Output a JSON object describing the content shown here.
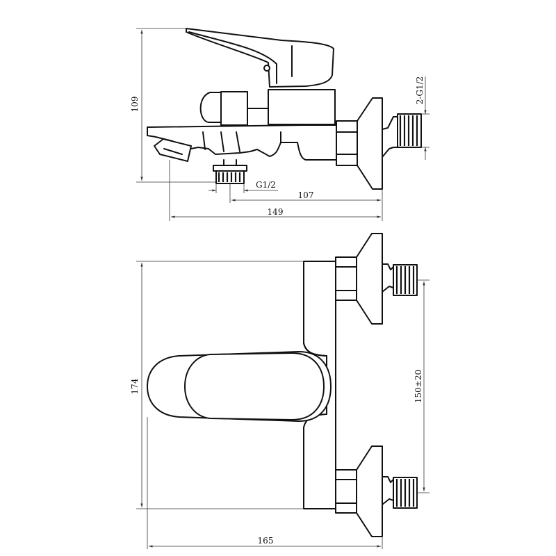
{
  "side_view": {
    "dim_height": "109",
    "dim_inlet_thread": "2-G1/2",
    "dim_outlet_thread": "G1/2",
    "dim_outlet_to_wall": "107",
    "dim_depth": "149"
  },
  "front_view": {
    "dim_height": "174",
    "dim_inlet_spacing": "150±20",
    "dim_width": "165"
  }
}
